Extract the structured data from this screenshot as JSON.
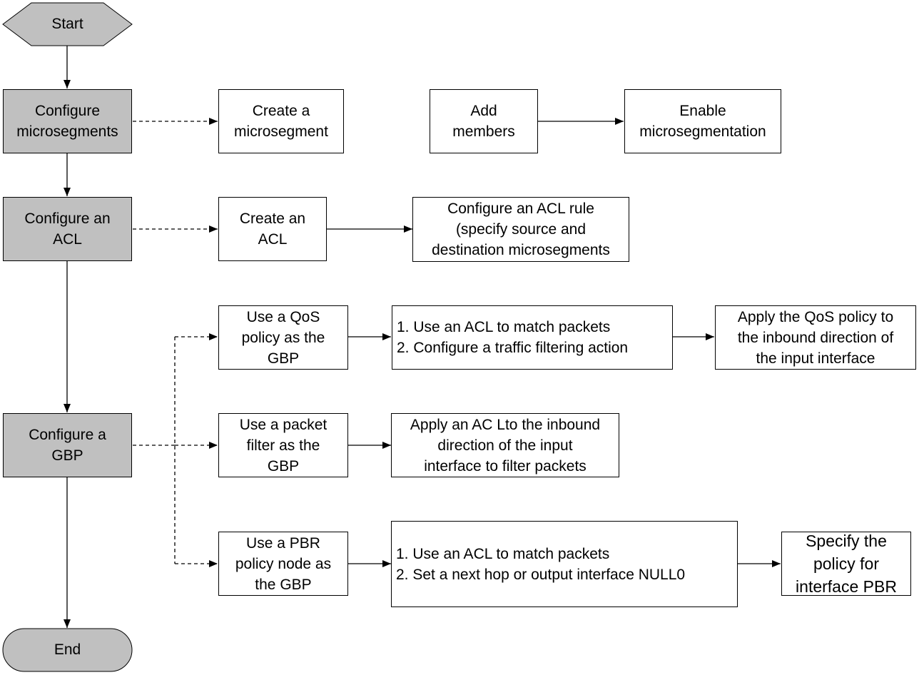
{
  "colors": {
    "step_fill": "#c0c0c0",
    "box_fill": "#ffffff",
    "line": "#000000"
  },
  "start": "Start",
  "end": "End",
  "steps": {
    "microsegments": "Configure\nmicrosegments",
    "acl": "Configure an\nACL",
    "gbp": "Configure a\nGBP"
  },
  "micro": {
    "create": "Create a\nmicrosegment",
    "add_members": "Add\nmembers",
    "enable": "Enable\nmicrosegmentation"
  },
  "acl": {
    "create": "Create an\nACL",
    "rule": "Configure an ACL rule\n(specify source and\ndestination microsegments"
  },
  "qos": {
    "use": "Use a QoS\npolicy as the\nGBP",
    "steps": "1. Use an ACL to match packets\n2. Configure a traffic filtering action",
    "apply": "Apply the QoS policy to\nthe inbound direction of\nthe input interface"
  },
  "packet_filter": {
    "use": "Use a packet\nfilter as the\nGBP",
    "apply": "Apply an AC Lto the inbound\ndirection of the input\ninterface to filter packets"
  },
  "pbr": {
    "use": "Use a PBR\npolicy node as\nthe GBP",
    "steps": "1. Use an ACL to match packets\n2. Set a next hop or output interface NULL0",
    "specify": "Specify the\npolicy for\ninterface PBR"
  }
}
